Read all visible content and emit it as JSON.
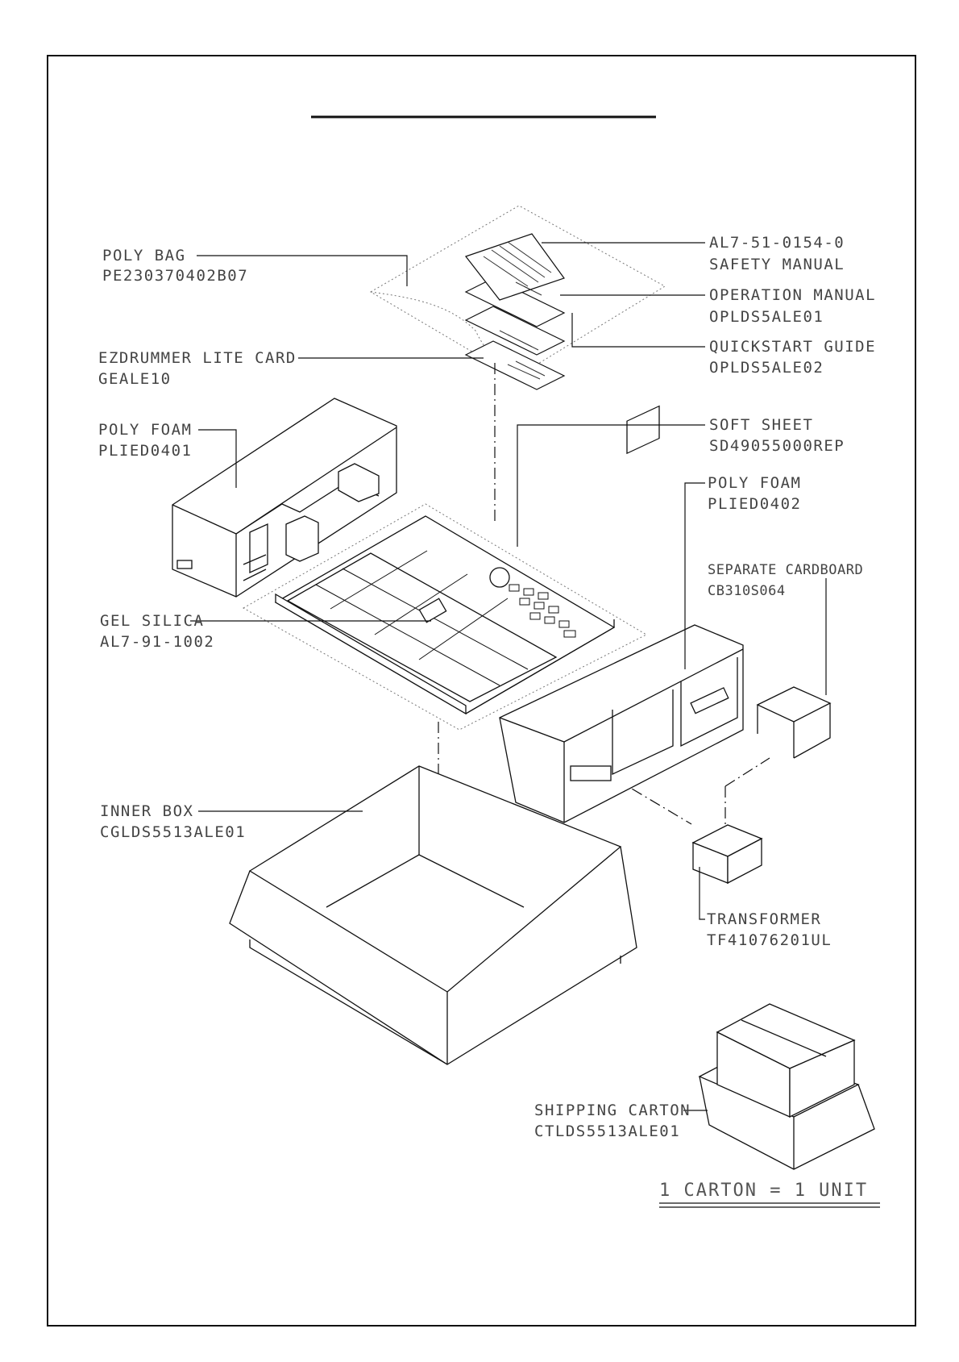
{
  "labels": {
    "poly_bag": {
      "name": "POLY BAG",
      "code": "PE230370402B07"
    },
    "ezdrummer_card": {
      "name": "EZDRUMMER LITE CARD",
      "code": "GEALE10"
    },
    "poly_foam_left": {
      "name": "POLY FOAM",
      "code": "PLIED0401"
    },
    "gel_silica": {
      "name": "GEL SILICA",
      "code": "AL7-91-1002"
    },
    "inner_box": {
      "name": "INNER BOX",
      "code": "CGLDS5513ALE01"
    },
    "safety_manual": {
      "code": "AL7-51-0154-0",
      "name": "SAFETY MANUAL"
    },
    "operation_manual": {
      "name": "OPERATION MANUAL",
      "code": "OPLDS5ALE01"
    },
    "quickstart_guide": {
      "name": "QUICKSTART GUIDE",
      "code": "OPLDS5ALE02"
    },
    "soft_sheet": {
      "name": "SOFT SHEET",
      "code": "SD49055000REP"
    },
    "poly_foam_right": {
      "name": "POLY FOAM",
      "code": "PLIED0402"
    },
    "separate_cardboard": {
      "name": "SEPARATE CARDBOARD",
      "code": "CB310S064"
    },
    "transformer": {
      "name": "TRANSFORMER",
      "code": "TF41076201UL"
    },
    "shipping_carton": {
      "name": "SHIPPING CARTON",
      "code": "CTLDS5513ALE01"
    }
  },
  "carton_note": "1 CARTON = 1 UNIT",
  "colors": {
    "line": "#111111",
    "text": "#444444",
    "dotted": "#777777"
  }
}
